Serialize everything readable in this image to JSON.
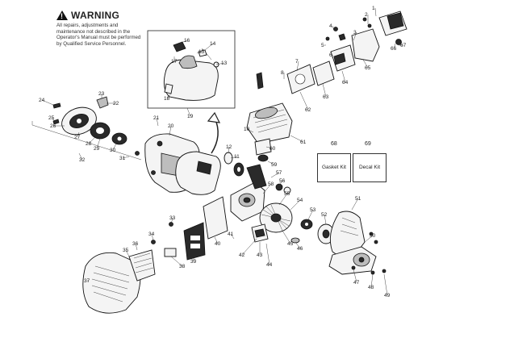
{
  "warning": {
    "title": "WARNING",
    "icon": "warning-triangle-icon",
    "body": "All repairs, adjustments and maintenance not described in the Operator's Manual must be performed by Qualified Service Personnel."
  },
  "kits": {
    "gasket": {
      "number": "68",
      "label": "Gasket Kit"
    },
    "decal": {
      "number": "69",
      "label": "Decal Kit"
    }
  },
  "callouts": [
    "1",
    "2",
    "3",
    "4",
    "5",
    "6",
    "7",
    "8",
    "9",
    "10",
    "11",
    "12",
    "13",
    "14",
    "15",
    "16",
    "17",
    "18",
    "19",
    "20",
    "21",
    "22",
    "23",
    "24",
    "25",
    "26",
    "27",
    "28",
    "29",
    "30",
    "31",
    "32",
    "33",
    "34",
    "35",
    "36",
    "37",
    "38",
    "39",
    "40",
    "41",
    "42",
    "43",
    "44",
    "45",
    "46",
    "47",
    "48",
    "49",
    "50",
    "51",
    "52",
    "53",
    "54",
    "55",
    "56",
    "57",
    "58",
    "59",
    "60",
    "61",
    "62",
    "63",
    "64",
    "65",
    "66",
    "67"
  ]
}
